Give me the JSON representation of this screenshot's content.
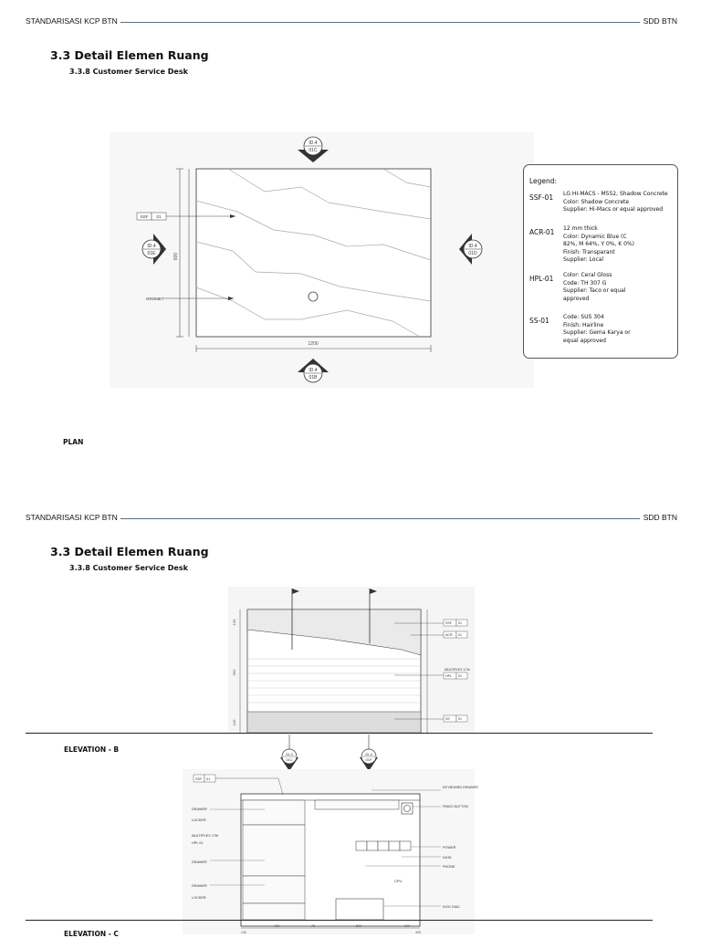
{
  "header_left": "STANDARISASI KCP BTN",
  "header_right": "SDD BTN",
  "page1": {
    "title": "3.3 Detail Elemen Ruang",
    "subtitle": "3.3.8 Customer Service Desk",
    "plan_label": "PLAN",
    "drawing": {
      "tag_top": [
        "ID.4",
        "01C"
      ],
      "tag_bottom": [
        "ID.4",
        "01B"
      ],
      "tag_left": [
        "ID.4",
        "01E"
      ],
      "tag_right": [
        "ID.4",
        "01D"
      ],
      "callout_ssf": [
        "SSF",
        "01"
      ],
      "callout_gromet": "GROMET",
      "dim_width": "1200",
      "dim_depth": "800"
    },
    "legend": {
      "title": "Legend:",
      "items": [
        {
          "code": "SSF-01",
          "lines": [
            "LG HI-MACS - M552, Shadow Concrete",
            "Color: Shadow Concrete",
            "Supplier: Hi-Macs or equal approved"
          ]
        },
        {
          "code": "ACR-01",
          "lines": [
            "12 mm thick",
            "Color: Dynamic Blue (C",
            "82%, M 64%, Y 0%, K 0%)",
            "Finish: Transparant",
            "Supplier: Local"
          ]
        },
        {
          "code": "HPL-01",
          "lines": [
            "Color: Ceral Gloss",
            "Code: TH 307 G",
            "Supplier: Taco or equal",
            "approved"
          ]
        },
        {
          "code": "SS-01",
          "lines": [
            "Code: SUS 304",
            "Finish: Hairline",
            "Supplier: Gema Karya or",
            "equal approved"
          ]
        }
      ]
    }
  },
  "page2": {
    "title": "3.3 Detail Elemen Ruang",
    "subtitle": "3.3.8 Customer Service Desk",
    "elevation_b_label": "ELEVATION - B",
    "elevation_c_label": "ELEVATION - C",
    "elev_top": {
      "callouts": [
        [
          "SSF",
          "01"
        ],
        [
          "ACR",
          "01"
        ],
        [
          "MULTIPLEX 17th",
          ""
        ],
        [
          "HPL",
          "01"
        ],
        [
          "SS",
          "01"
        ]
      ],
      "dims": [
        "100",
        "500",
        "100"
      ]
    },
    "tags": [
      [
        "ID.3",
        "01C"
      ],
      [
        "ID.4",
        "01F"
      ]
    ],
    "elev_bottom": {
      "callout_ssf": [
        "SSF",
        "01"
      ],
      "left_labels": [
        "DRAWER",
        "LOCKER",
        "MULTIPLEX 17th",
        "HPL 01",
        "DRAWER",
        "DRAWER",
        "LOCKER"
      ],
      "right_labels": [
        "KEYBOARD DRAWER",
        "PANIC BUTTON",
        "POWER",
        "DATA",
        "PHONE",
        "KICK DIAC"
      ],
      "cpu": "CPU",
      "dims": [
        "130",
        "400",
        "75",
        "500",
        "100",
        "400"
      ]
    }
  }
}
